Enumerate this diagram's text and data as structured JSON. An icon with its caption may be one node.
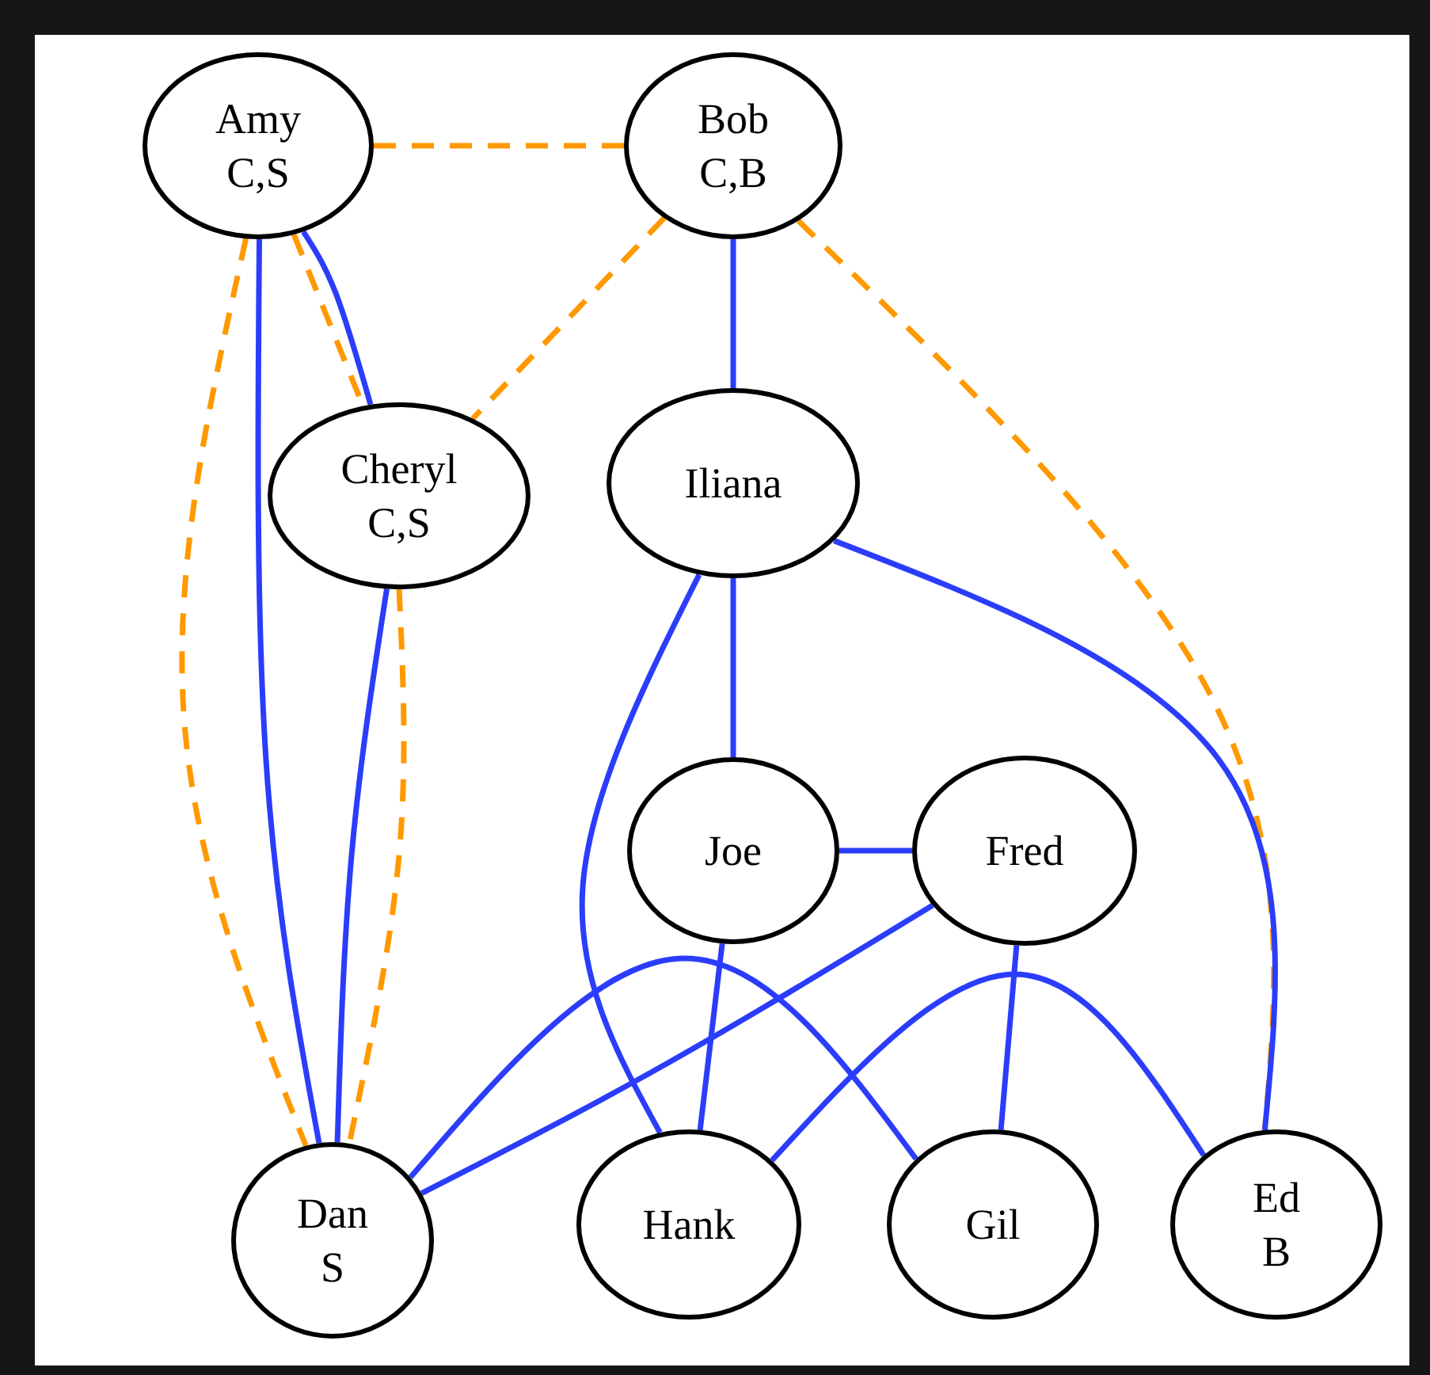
{
  "diagram": {
    "nodes": [
      {
        "text": [
          "Amy",
          "C,S"
        ]
      },
      {
        "text": [
          "Bob",
          "C,B"
        ]
      },
      {
        "text": [
          "Cheryl",
          "C,S"
        ]
      },
      {
        "text": [
          "Iliana"
        ]
      },
      {
        "text": [
          "Joe"
        ]
      },
      {
        "text": [
          "Fred"
        ]
      },
      {
        "text": [
          "Dan",
          "S"
        ]
      },
      {
        "text": [
          "Hank"
        ]
      },
      {
        "text": [
          "Gil"
        ]
      },
      {
        "text": [
          "Ed",
          "B"
        ]
      }
    ],
    "edges": [
      {
        "from": 0,
        "to": 1,
        "arrow": "none",
        "style": "dashed",
        "color": "#ff9900"
      },
      {
        "from": 0,
        "to": 2,
        "arrow": "none"
      },
      {
        "from": 0,
        "to": 2,
        "arrow": "none",
        "style": "dashed",
        "color": "#ff9900"
      },
      {
        "from": 0,
        "to": 6,
        "arrow": "none"
      },
      {
        "from": 0,
        "to": 6,
        "arrow": "none",
        "style": "dashed",
        "color": "#ff9900"
      },
      {
        "from": 1,
        "to": 2,
        "arrow": "none",
        "style": "dashed",
        "color": "#ff9900"
      },
      {
        "from": 1,
        "to": 3,
        "arrow": "none"
      },
      {
        "from": 1,
        "to": 9,
        "arrow": "none",
        "style": "dashed",
        "color": "#ff9900"
      },
      {
        "from": 2,
        "to": 6,
        "arrow": "none"
      },
      {
        "from": 2,
        "to": 6,
        "arrow": "none",
        "style": "dashed",
        "color": "#ff9900"
      },
      {
        "from": 3,
        "to": 4,
        "arrow": "none"
      },
      {
        "from": 3,
        "to": 7,
        "arrow": "none"
      },
      {
        "from": 3,
        "to": 9,
        "arrow": "none"
      },
      {
        "from": 4,
        "to": 5,
        "arrow": "none"
      },
      {
        "from": 4,
        "to": 7,
        "arrow": "none"
      },
      {
        "from": 5,
        "to": 6,
        "arrow": "none"
      },
      {
        "from": 5,
        "to": 8,
        "arrow": "none"
      },
      {
        "from": 6,
        "to": 8,
        "arrow": "none"
      },
      {
        "from": 7,
        "to": 9,
        "arrow": "none"
      }
    ]
  }
}
